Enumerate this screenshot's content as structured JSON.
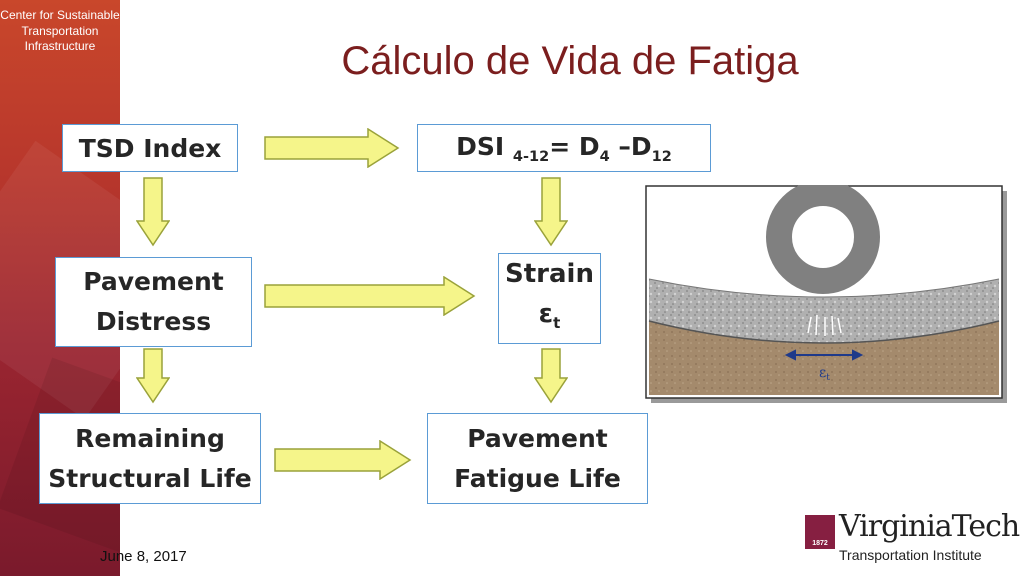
{
  "sidebar": {
    "org_name": "Center for Sustainable Transportation Infrastructure"
  },
  "title": "Cálculo de Vida de Fatiga",
  "boxes": {
    "tsd_index": "TSD Index",
    "dsi_prefix": "DSI",
    "dsi_sub": "4-12",
    "dsi_eq": "= D",
    "dsi_d4_sub": "4",
    "dsi_minus": " –D",
    "dsi_d12_sub": "12",
    "pavement_distress_line1": "Pavement",
    "pavement_distress_line2": "Distress",
    "strain_label": "Strain",
    "strain_symbol": "ε",
    "strain_sub": "t",
    "remaining_line1": "Remaining",
    "remaining_line2": "Structural Life",
    "fatigue_line1": "Pavement",
    "fatigue_line2": "Fatigue Life"
  },
  "illustration": {
    "label": "ε",
    "label_sub": "t"
  },
  "footer": {
    "date": "June 8, 2017",
    "logo_wordmark": "VirginiaTech",
    "logo_subtitle": "Transportation Institute",
    "logo_year": "1872"
  },
  "colors": {
    "arrow_fill": "#f5f58a",
    "arrow_stroke": "#9aa23a",
    "box_border": "#5b9bd5",
    "title": "#7b1e1e"
  }
}
